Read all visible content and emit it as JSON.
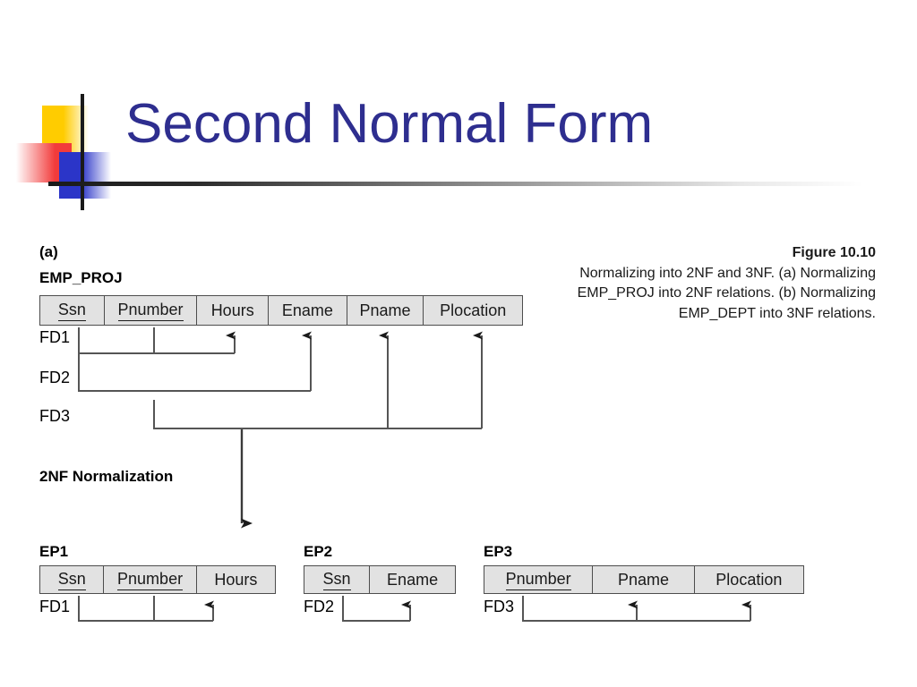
{
  "slide": {
    "title": "Second Normal Form",
    "title_color": "#2e2e8f",
    "background": "#ffffff"
  },
  "figure": {
    "part_label": "(a)",
    "caption_title": "Figure 10.10",
    "caption_body": "Normalizing into 2NF and 3NF. (a) Normalizing EMP_PROJ into 2NF relations. (b) Normalizing EMP_DEPT into 3NF relations.",
    "step_label": "2NF Normalization",
    "cell_background": "#e2e2e2",
    "border_color": "#4d4d4d"
  },
  "emp_proj": {
    "name": "EMP_PROJ",
    "columns": [
      {
        "label": "Ssn",
        "key": true
      },
      {
        "label": "Pnumber",
        "key": true
      },
      {
        "label": "Hours",
        "key": false
      },
      {
        "label": "Ename",
        "key": false
      },
      {
        "label": "Pname",
        "key": false
      },
      {
        "label": "Plocation",
        "key": false
      }
    ],
    "dependencies": [
      {
        "label": "FD1",
        "determinant": [
          "Ssn",
          "Pnumber"
        ],
        "dependent": [
          "Hours"
        ]
      },
      {
        "label": "FD2",
        "determinant": [
          "Ssn"
        ],
        "dependent": [
          "Ename"
        ]
      },
      {
        "label": "FD3",
        "determinant": [
          "Pnumber"
        ],
        "dependent": [
          "Pname",
          "Plocation"
        ]
      }
    ]
  },
  "ep1": {
    "name": "EP1",
    "columns": [
      {
        "label": "Ssn",
        "key": true
      },
      {
        "label": "Pnumber",
        "key": true
      },
      {
        "label": "Hours",
        "key": false
      }
    ],
    "dependencies": [
      {
        "label": "FD1",
        "determinant": [
          "Ssn",
          "Pnumber"
        ],
        "dependent": [
          "Hours"
        ]
      }
    ]
  },
  "ep2": {
    "name": "EP2",
    "columns": [
      {
        "label": "Ssn",
        "key": true
      },
      {
        "label": "Ename",
        "key": false
      }
    ],
    "dependencies": [
      {
        "label": "FD2",
        "determinant": [
          "Ssn"
        ],
        "dependent": [
          "Ename"
        ]
      }
    ]
  },
  "ep3": {
    "name": "EP3",
    "columns": [
      {
        "label": "Pnumber",
        "key": true
      },
      {
        "label": "Pname",
        "key": false
      },
      {
        "label": "Plocation",
        "key": false
      }
    ],
    "dependencies": [
      {
        "label": "FD3",
        "determinant": [
          "Pnumber"
        ],
        "dependent": [
          "Pname",
          "Plocation"
        ]
      }
    ]
  }
}
